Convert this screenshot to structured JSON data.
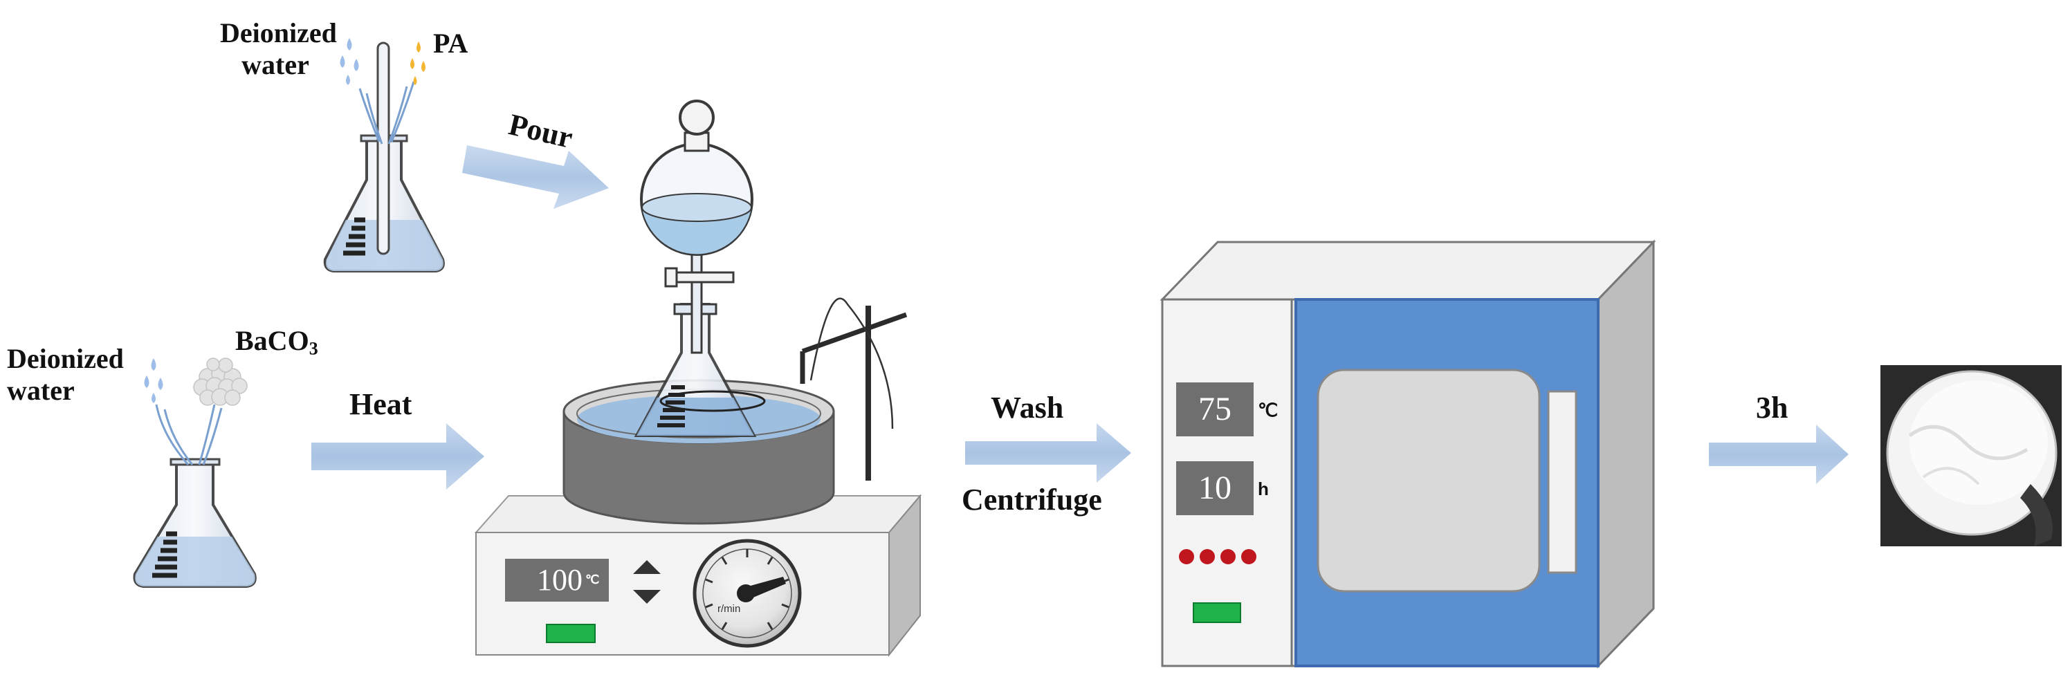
{
  "labels": {
    "deionized_water_top": "Deionized water",
    "pa": "PA",
    "pour": "Pour",
    "deionized_water_left": "Deionized water",
    "baco3_main": "BaCO",
    "baco3_sub": "3",
    "heat": "Heat",
    "wash": "Wash",
    "centrifuge": "Centrifuge",
    "three_h": "3h"
  },
  "hotplate": {
    "temp_value": "100",
    "temp_unit": "℃",
    "dial_unit": "r/min"
  },
  "oven": {
    "temp_value": "75",
    "temp_unit": "℃",
    "time_value": "10",
    "time_unit": "h"
  },
  "colors": {
    "arrow": "#a9c3e3",
    "water_drop": "#9dbde8",
    "pa_drop": "#f2b630",
    "liquid": "#a8cbe8",
    "oven_door": "#5b8fd0",
    "indicator_red": "#c0161d",
    "indicator_green": "#1fb24a",
    "display_gray": "#6f6f6f",
    "bath_gray": "#767676"
  }
}
